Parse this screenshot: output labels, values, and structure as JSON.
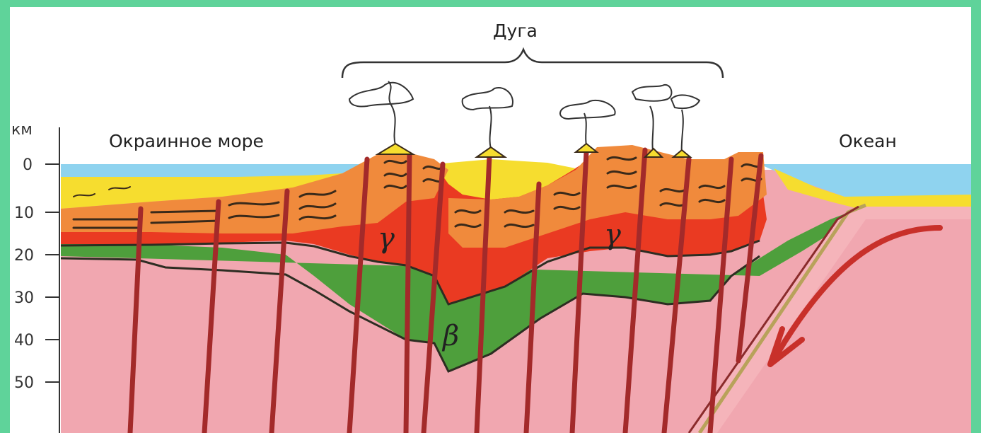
{
  "labels": {
    "arc": "Дуга",
    "marginal_sea": "Окраинное море",
    "ocean": "Океан",
    "gamma": "γ",
    "beta": "β"
  },
  "axis": {
    "unit": "км",
    "ticks": [
      "0",
      "10",
      "20",
      "30",
      "40",
      "50"
    ]
  },
  "colors": {
    "water": "#8fd3ef",
    "sediment": "#f6dd2f",
    "folded": "#f08a3c",
    "granite": "#ea3a22",
    "basalt": "#4e9f3c",
    "mantle": "#f1a7b0",
    "fault": "#a32a2a",
    "ocean_mantle": "#f3a8ae"
  }
}
